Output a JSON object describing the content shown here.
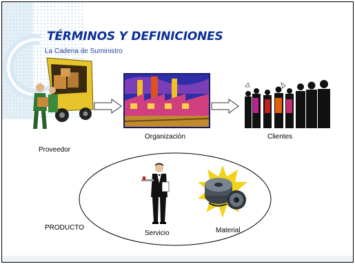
{
  "slide": {
    "title": "TÉRMINOS Y DEFINICIONES",
    "subtitle": "La Cadena de Suministro"
  },
  "chain": {
    "supplier_label": "Proveedor",
    "organization_label": "Organización",
    "clients_label": "Clientes"
  },
  "product": {
    "label": "PRODUCTO",
    "service_label": "Servicio",
    "material_label": "Material"
  },
  "icons": [
    "delivery-truck-clipart",
    "factory-clipart",
    "crowd-clipart",
    "waiter-clipart",
    "film-reels-clipart",
    "arrow-right-icon"
  ],
  "colors": {
    "title": "#0b2f95",
    "accent": "#5aa0c8"
  }
}
